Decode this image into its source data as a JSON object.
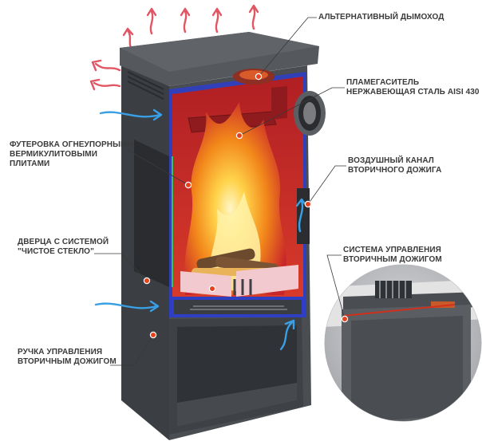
{
  "labels": {
    "chimney": [
      "АЛЬТЕРНАТИВНЫЙ ДЫМОХОД"
    ],
    "baffle": [
      "ПЛАМЕГАСИТЕЛЬ",
      "НЕРЖАВЕЮЩАЯ СТАЛЬ AISI 430"
    ],
    "lining": [
      "ФУТЕРОВКА ОГНЕУПОРНЫМИ",
      "ВЕРМИКУЛИТОВЫМИ",
      "ПЛИТАМИ"
    ],
    "air_channel": [
      "ВОЗДУШНЫЙ КАНАЛ",
      "ВТОРИЧНОГО ДОЖИГА"
    ],
    "door": [
      "ДВЕРЦА С СИСТЕМОЙ",
      "\"ЧИСТОЕ СТЕКЛО\""
    ],
    "control_system": [
      "СИСТЕМА УПРАВЛЕНИЯ",
      "ВТОРИЧНЫМ ДОЖИГОМ"
    ],
    "handle": [
      "РУЧКА УПРАВЛЕНИЯ",
      "ВТОРИЧНЫМ ДОЖИГОМ"
    ]
  },
  "colors": {
    "body": "#4a4d51",
    "outline": "#2f3fc4",
    "fire": "#f29a1a",
    "firebox": "#c8262a",
    "marker": "#e8421c",
    "hot_air": "#e25563",
    "cold_air": "#3aa0e6",
    "label_text": "#3a3a3a"
  }
}
